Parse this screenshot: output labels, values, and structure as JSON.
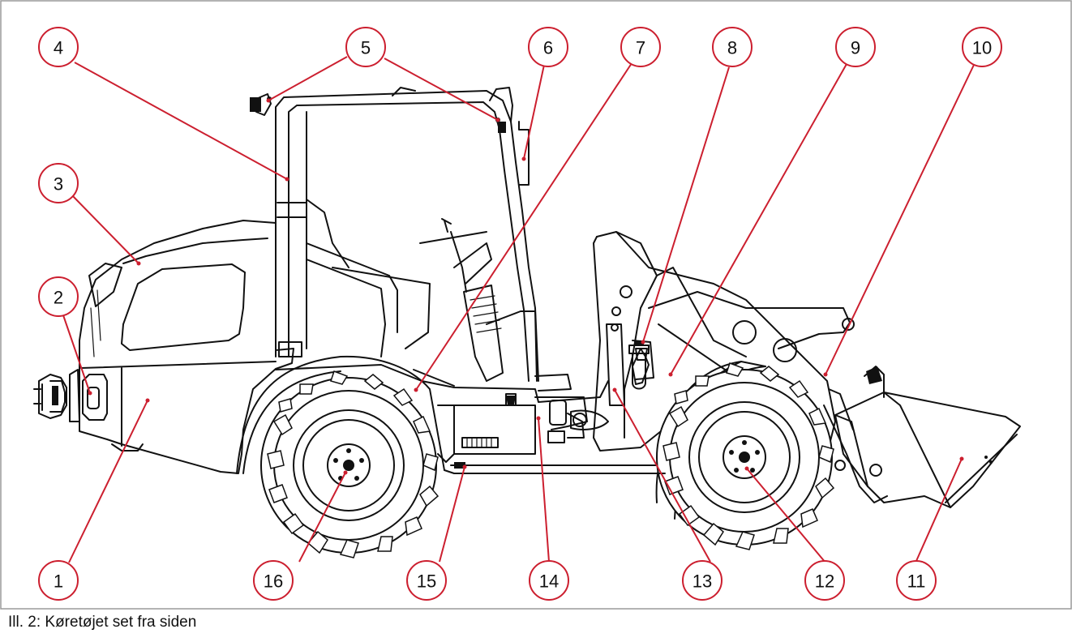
{
  "figure": {
    "caption": "Ill. 2: Køretøjet set fra siden",
    "accent_color": "#cc1f2f",
    "line_color": "#111111",
    "callout_shape": "circle",
    "callouts": [
      {
        "label": "1"
      },
      {
        "label": "2"
      },
      {
        "label": "3"
      },
      {
        "label": "4"
      },
      {
        "label": "5"
      },
      {
        "label": "6"
      },
      {
        "label": "7"
      },
      {
        "label": "8"
      },
      {
        "label": "9"
      },
      {
        "label": "10"
      },
      {
        "label": "11"
      },
      {
        "label": "12"
      },
      {
        "label": "13"
      },
      {
        "label": "14"
      },
      {
        "label": "15"
      },
      {
        "label": "16"
      }
    ]
  }
}
